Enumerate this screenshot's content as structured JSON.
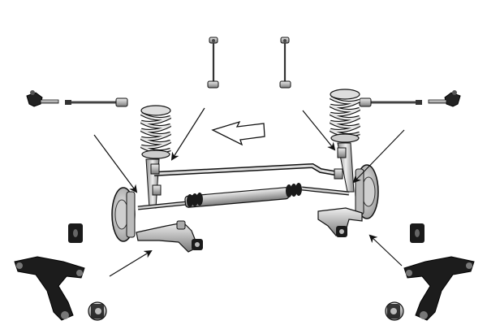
{
  "diagram": {
    "kind": "front-suspension-kit-exploded-view",
    "colors": {
      "background": "#ffffff",
      "metal_light": "#d9d9d9",
      "metal_mid": "#a8a8a8",
      "metal_dark": "#5a5a5a",
      "outline": "#111111",
      "black_part": "#1a1a1a",
      "arrow": "#111111"
    },
    "parts": [
      {
        "id": "stabilizer-link",
        "count": 2
      },
      {
        "id": "tie-rod-end",
        "count": 2
      },
      {
        "id": "inner-tie-rod",
        "count": 2
      },
      {
        "id": "coil-spring",
        "count": 2
      },
      {
        "id": "control-arm",
        "count": 2
      },
      {
        "id": "control-arm-bushing",
        "count": 4
      },
      {
        "id": "subframe-assembly",
        "count": 1
      }
    ],
    "direction_indicator": "forward-arrow"
  }
}
